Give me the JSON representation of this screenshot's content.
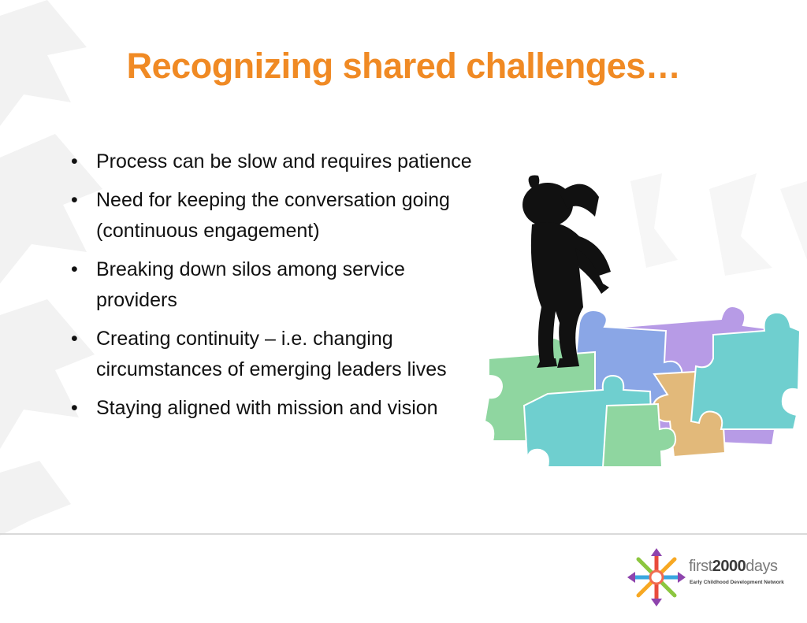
{
  "slide": {
    "title": "Recognizing shared challenges…",
    "bullets": [
      "Process can be slow and requires patience",
      "Need for keeping the conversation going (continuous engagement)",
      "Breaking down silos among service providers",
      "Creating continuity – i.e. changing circumstances of emerging leaders lives",
      "Staying aligned with mission and vision"
    ],
    "bullet_char": "•"
  },
  "logo": {
    "word_prefix": "first",
    "word_number": "2000",
    "word_suffix": "days",
    "subtitle": "Early Childhood Development Network"
  },
  "colors": {
    "title": "#f08a24",
    "text": "#111111",
    "puzzle_teal": "#6fcfcf",
    "puzzle_purple": "#b79be6",
    "puzzle_blue": "#8aa6e6",
    "puzzle_green": "#8fd6a0",
    "puzzle_tan": "#e2b97a"
  }
}
